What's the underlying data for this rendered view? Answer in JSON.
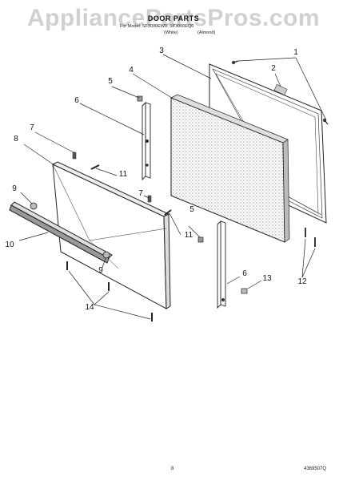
{
  "watermark": "AppliancePartsPros.com",
  "header": {
    "title": "DOOR PARTS",
    "model_label": "For Model: SF3000EW0, SF3000EQ0",
    "model_code": "",
    "variant_1": "(White)",
    "variant_2": "(Almond)"
  },
  "footer": {
    "page_number": "8",
    "document_number": "4369507Q"
  },
  "callouts": [
    "1",
    "2",
    "3",
    "4",
    "5",
    "6",
    "7",
    "8",
    "9",
    "10",
    "11",
    "12",
    "13",
    "14"
  ]
}
